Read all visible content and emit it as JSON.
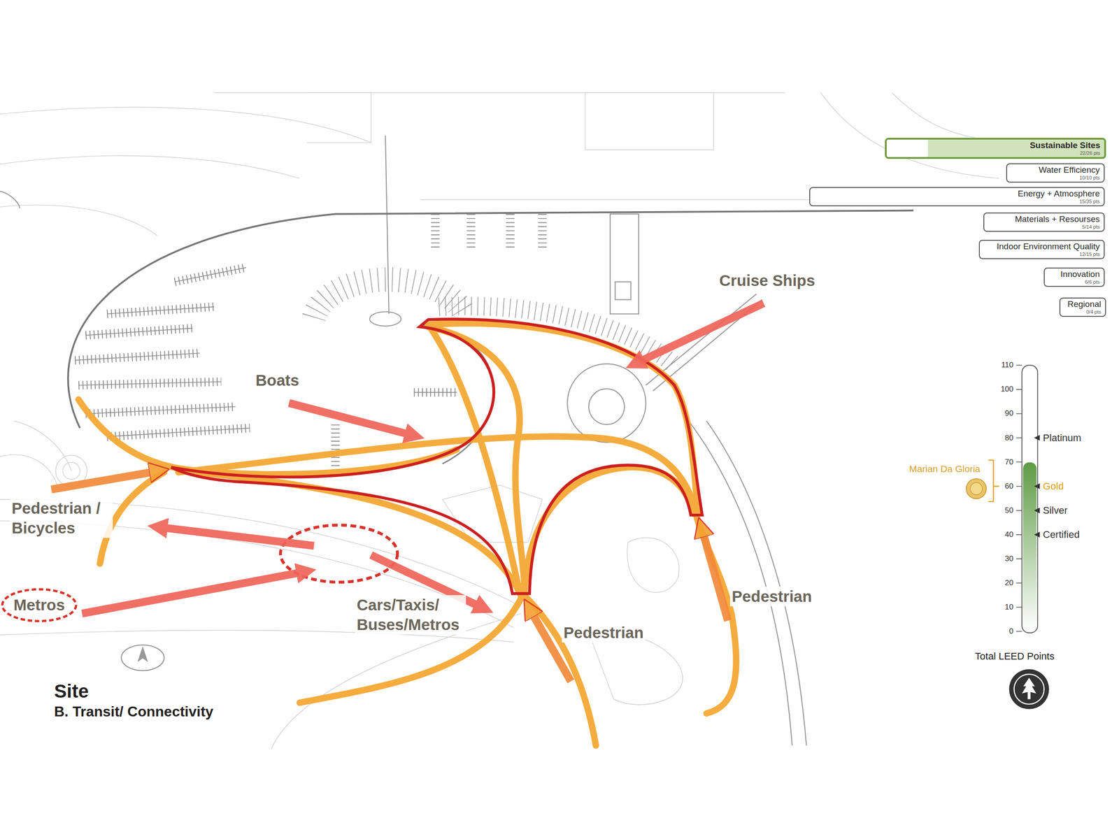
{
  "diagram": {
    "title": "Site",
    "nodes": [
      {
        "text": [
          "Sustainable Sites",
          "22/26 pts"
        ]
      },
      {
        "text": [
          "Water Efficiency",
          "10/10 pts"
        ]
      },
      {
        "text": [
          "Energy + Atmosphere",
          "15/35 pts"
        ]
      },
      {
        "text": [
          "Materials + Resourses",
          "5/14 pts"
        ]
      },
      {
        "text": [
          "Indoor Environment Quality",
          "12/15 pts"
        ]
      },
      {
        "text": [
          "Innovation",
          "6/6 pts"
        ]
      },
      {
        "text": [
          "Regional",
          "0/4 pts"
        ]
      },
      {
        "text": [
          "Metros"
        ]
      }
    ],
    "labels": [
      "Cruise Ships",
      "Boats",
      "Pedestrian / Bicycles",
      "Cars/Taxis/ Buses/Metros",
      "Pedestrian",
      "Pedestrian",
      "B. Transit/ Connectivity",
      "110",
      "100",
      "90",
      "80",
      "70",
      "60",
      "50",
      "40",
      "30",
      "20",
      "10",
      "0",
      "Platinum",
      "Gold",
      "Silver",
      "Certified",
      "Marian Da Gloria",
      "Total LEED Points"
    ]
  }
}
